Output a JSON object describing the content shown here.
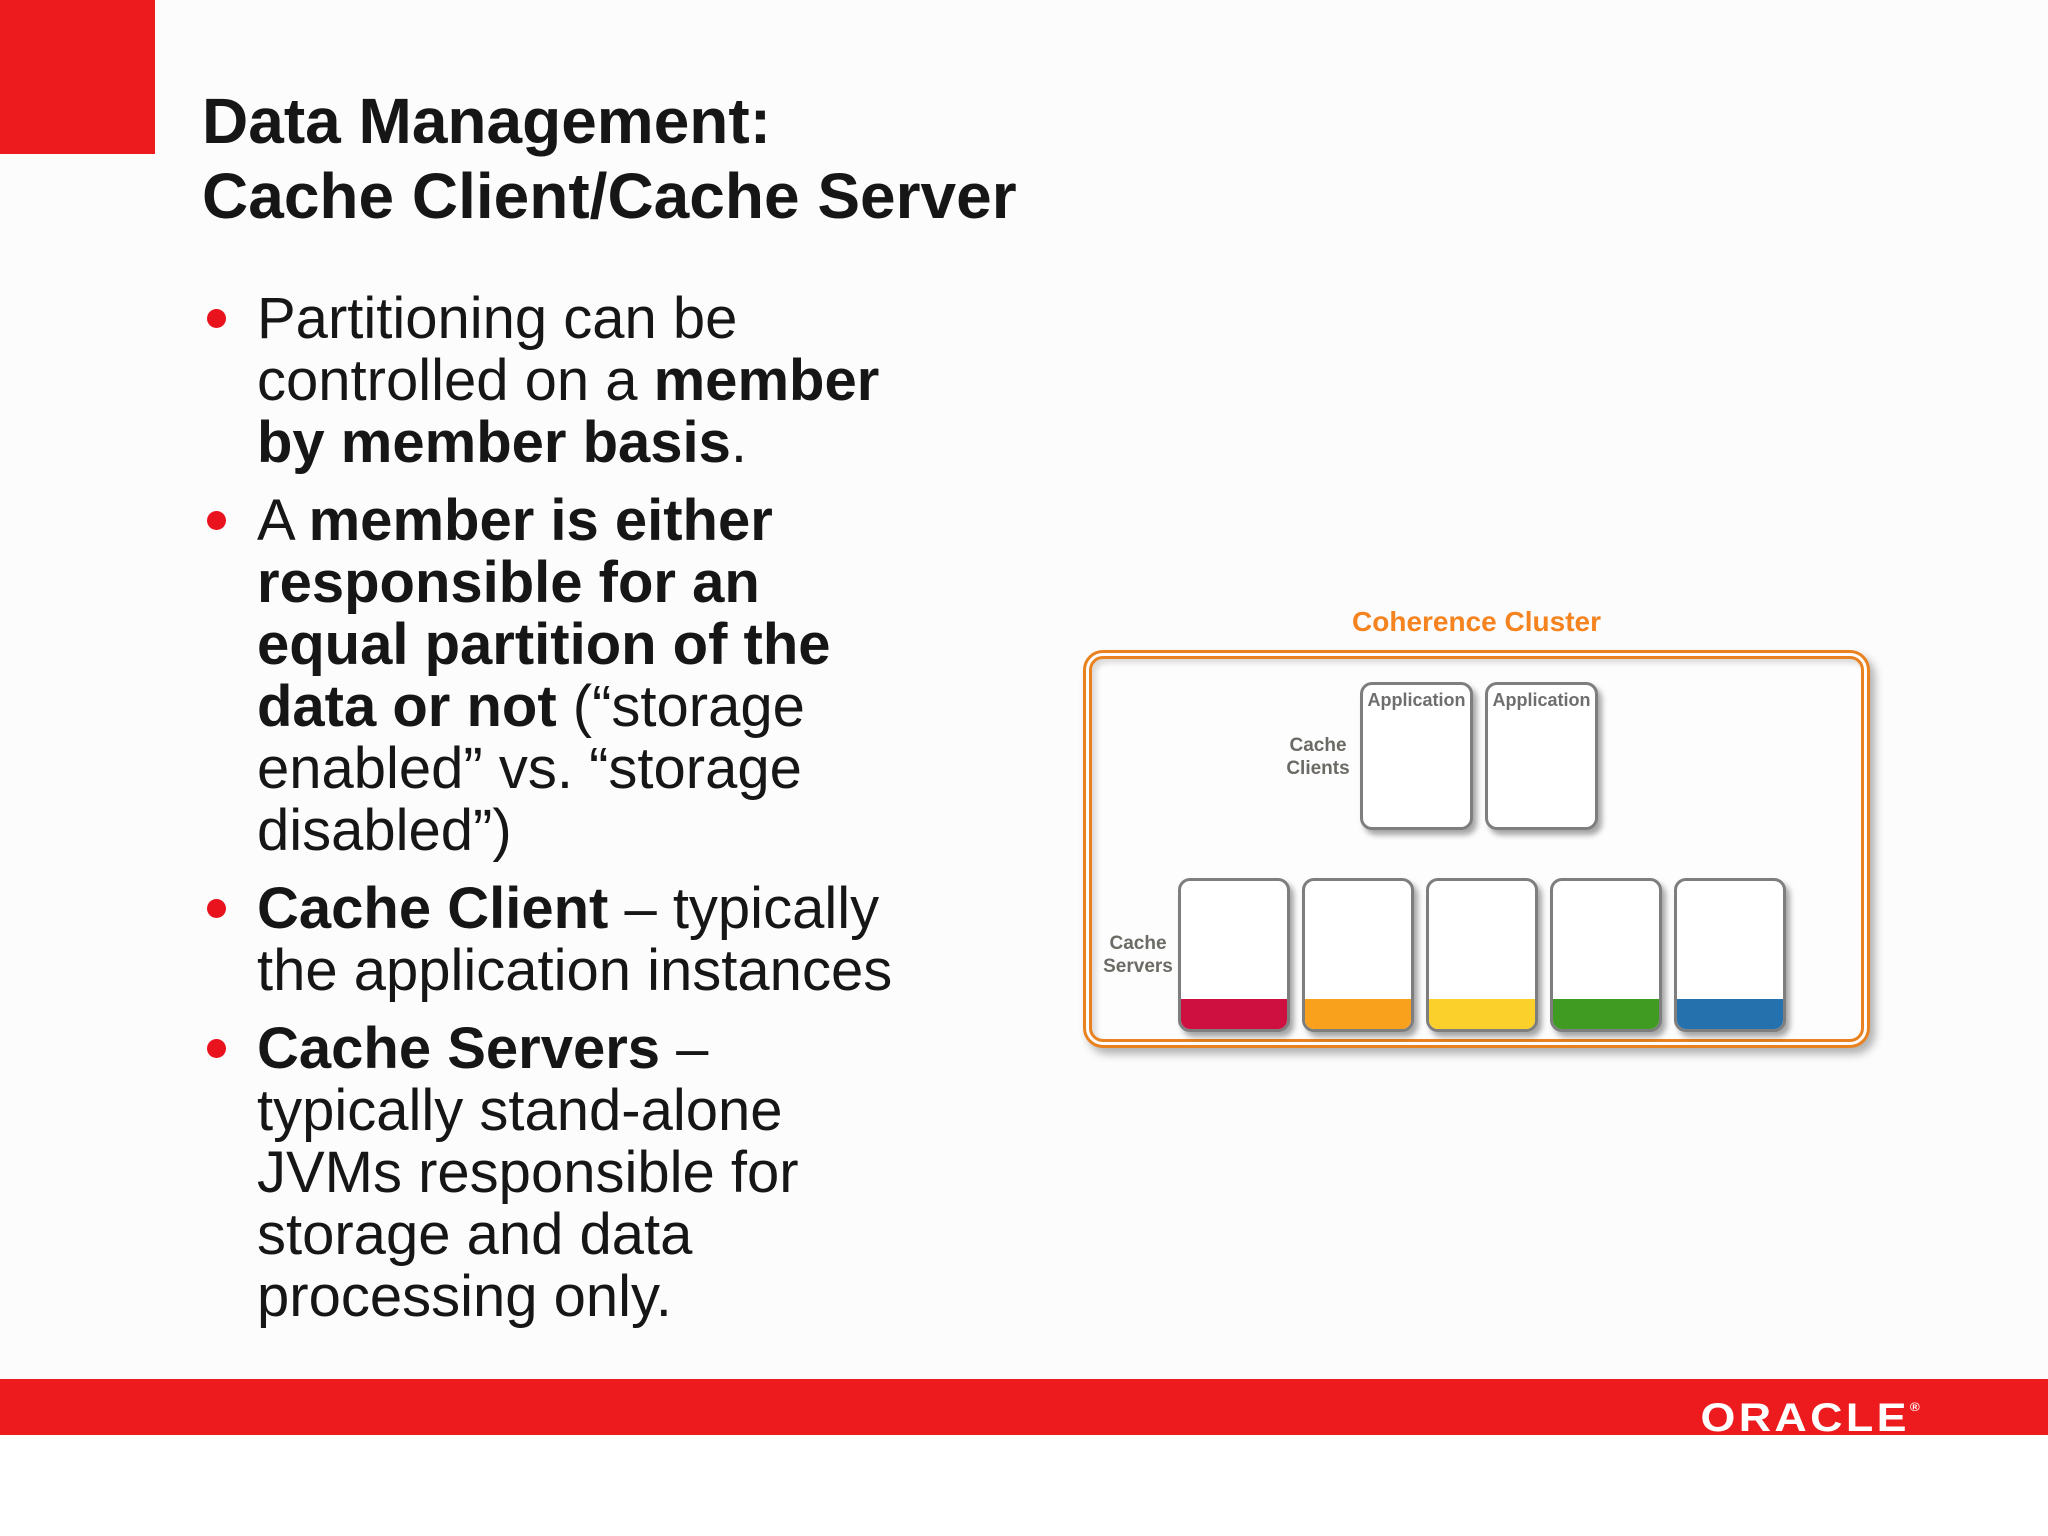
{
  "title": {
    "line1": "Data Management:",
    "line2": "Cache Client/Cache Server"
  },
  "bullets": [
    {
      "lines": [
        [
          {
            "t": "Partitioning can be",
            "b": false
          }
        ],
        [
          {
            "t": "controlled on a ",
            "b": false
          },
          {
            "t": "member",
            "b": true
          }
        ],
        [
          {
            "t": "by member basis",
            "b": true
          },
          {
            "t": ".",
            "b": false
          }
        ]
      ]
    },
    {
      "lines": [
        [
          {
            "t": "A ",
            "b": false
          },
          {
            "t": "member is either",
            "b": true
          }
        ],
        [
          {
            "t": "responsible for an",
            "b": true
          }
        ],
        [
          {
            "t": "equal partition of the",
            "b": true
          }
        ],
        [
          {
            "t": "data or not",
            "b": true
          },
          {
            "t": " (“storage",
            "b": false
          }
        ],
        [
          {
            "t": "enabled” vs. “storage",
            "b": false
          }
        ],
        [
          {
            "t": "disabled”)",
            "b": false
          }
        ]
      ]
    },
    {
      "lines": [
        [
          {
            "t": "Cache Client",
            "b": true
          },
          {
            "t": " – typically",
            "b": false
          }
        ],
        [
          {
            "t": "the application instances",
            "b": false
          }
        ]
      ]
    },
    {
      "lines": [
        [
          {
            "t": "Cache Servers",
            "b": true
          },
          {
            "t": " –",
            "b": false
          }
        ],
        [
          {
            "t": "typically stand-alone",
            "b": false
          }
        ],
        [
          {
            "t": "JVMs responsible for",
            "b": false
          }
        ],
        [
          {
            "t": "storage and data",
            "b": false
          }
        ],
        [
          {
            "t": "processing only.",
            "b": false
          }
        ]
      ]
    }
  ],
  "diagram": {
    "title": "Coherence Cluster",
    "clients_label": [
      "Cache",
      "Clients"
    ],
    "servers_label": [
      "Cache",
      "Servers"
    ],
    "application_boxes": [
      {
        "label": "Application"
      },
      {
        "label": "Application"
      }
    ],
    "server_boxes": [
      {
        "bar_color": "#CE1040"
      },
      {
        "bar_color": "#F9A11C"
      },
      {
        "bar_color": "#FBD02A"
      },
      {
        "bar_color": "#3F9B22"
      },
      {
        "bar_color": "#2471AE"
      }
    ]
  },
  "footer": {
    "logo": "ORACLE",
    "registered": "®"
  },
  "colors": {
    "brand_red": "#ED1B1D",
    "bullet_red": "#E9131E",
    "diagram_orange": "#E9821E",
    "diagram_title_orange": "#F5831F",
    "text": "#161616"
  }
}
